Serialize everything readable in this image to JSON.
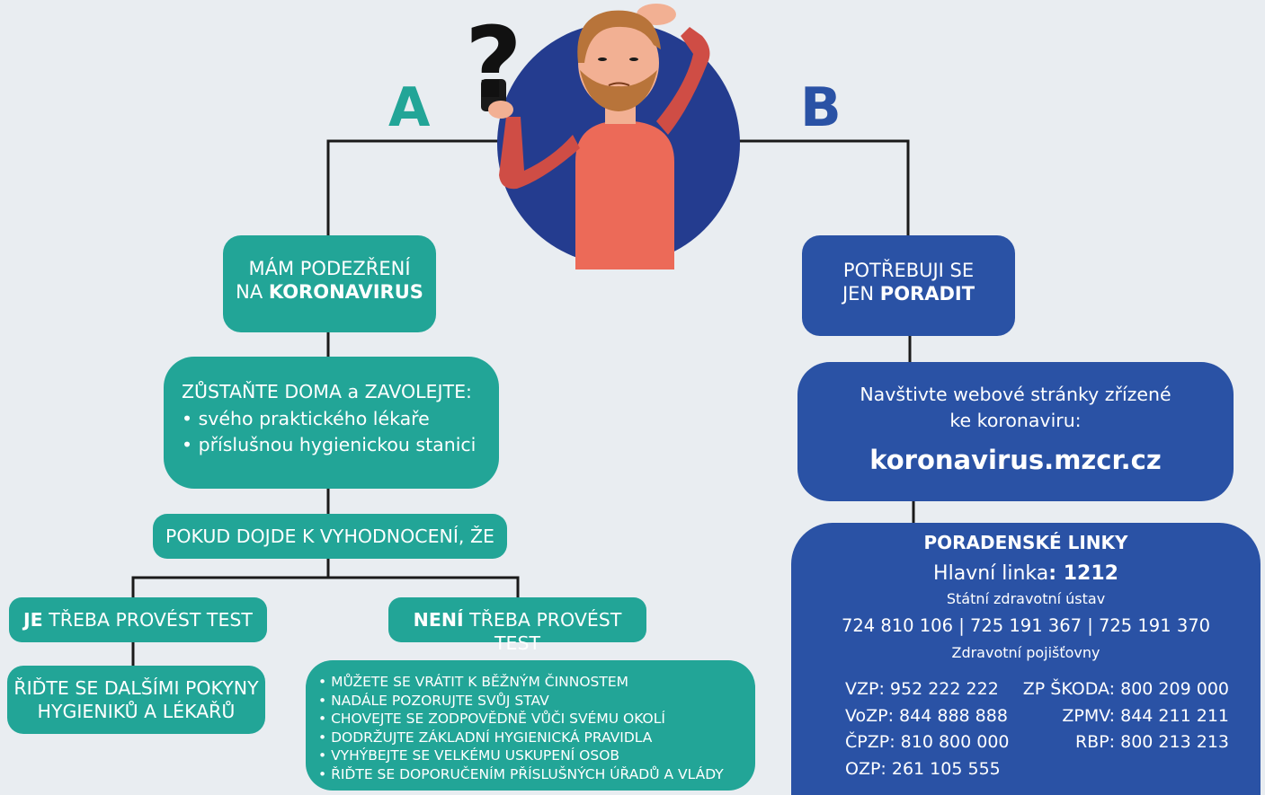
{
  "letters": {
    "a": "A",
    "b": "B"
  },
  "branch_a": {
    "header_line1": "MÁM PODEZŘENÍ",
    "header_line2_prefix": "NA ",
    "header_line2_bold": "KORONAVIRUS",
    "stay_home_title": "ZŮSTAŇTE DOMA a ZAVOLEJTE:",
    "stay_home_items": [
      "svého praktického lékaře",
      "příslušnou hygienickou stanici"
    ],
    "evaluation": "POKUD DOJDE K VYHODNOCENÍ, ŽE",
    "test_yes_bold": "JE",
    "test_yes_rest": " TŘEBA PROVÉST TEST",
    "test_no_bold": "NENÍ",
    "test_no_rest": " TŘEBA PROVÉST TEST",
    "follow_line1": "ŘIĎTE SE DALŠÍMI POKYNY",
    "follow_line2": "HYGIENIKŮ A LÉKAŘŮ",
    "no_test_items": [
      "MŮŽETE SE VRÁTIT K BĚŽNÝM ČINNOSTEM",
      "NADÁLE POZORUJTE SVŮJ STAV",
      "CHOVEJTE SE ZODPOVĚDNĚ VŮČI SVÉMU OKOLÍ",
      "DODRŽUJTE ZÁKLADNÍ HYGIENICKÁ PRAVIDLA",
      "VYHÝBEJTE SE VELKÉMU USKUPENÍ OSOB",
      "ŘIĎTE SE DOPORUČENÍM PŘÍSLUŠNÝCH ÚŘADŮ A VLÁDY"
    ]
  },
  "branch_b": {
    "header_line1": "POTŘEBUJI SE",
    "header_line2_prefix": "JEN ",
    "header_line2_bold": "PORADIT",
    "web_line1": "Navštivte webové stránky zřízené",
    "web_line2": "ke koronaviru:",
    "web_url": "koronavirus.mzcr.cz",
    "lines_title": "PORADENSKÉ LINKY",
    "main_line_label": "Hlavní linka",
    "main_line_number": ": 1212",
    "szu_label": "Státní zdravotní ústav",
    "szu_numbers": "724 810 106 | 725 191 367 |  725 191 370",
    "insurers_label": "Zdravotní pojišťovny",
    "insurers_left": [
      "VZP:   952 222 222",
      "VoZP: 844 888 888",
      "ČPZP: 810 800 000",
      "OZP:   261 105 555"
    ],
    "insurers_right": [
      "ZP ŠKODA: 800 209 000",
      "ZPMV: 844 211 211",
      "RBP: 800 213 213"
    ]
  },
  "colors": {
    "teal": "#22a597",
    "blue": "#2a52a5",
    "background": "#e9edf1",
    "connector": "#1a1a1a"
  },
  "icons": {
    "figure": "confused-man-illustration",
    "question": "question-mark-icon"
  }
}
